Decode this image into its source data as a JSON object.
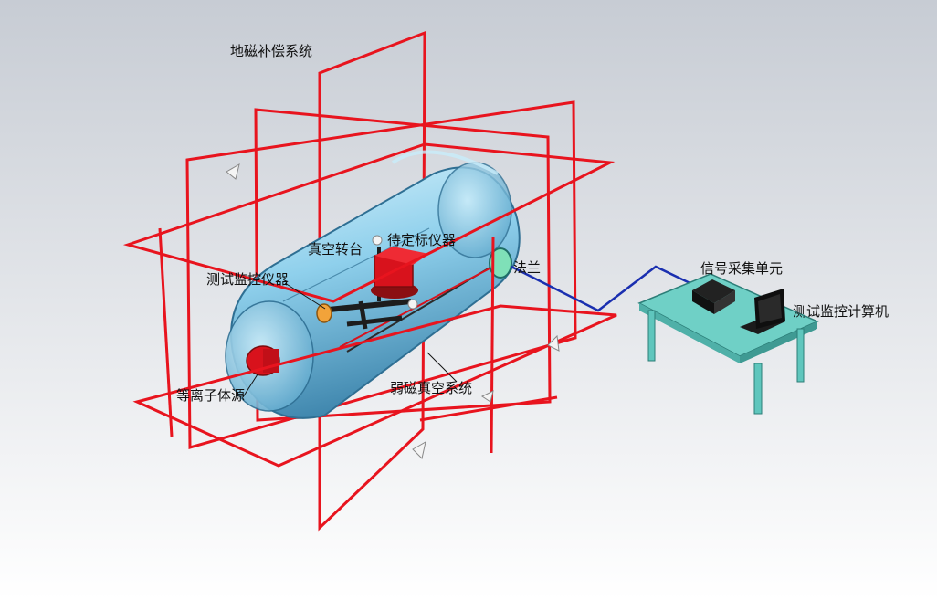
{
  "labels": {
    "geomagnetic_compensation": "地磁补偿系统",
    "vacuum_turntable": "真空转台",
    "instrument_to_calibrate": "待定标仪器",
    "test_monitor_instrument": "测试监控仪器",
    "flange": "法兰",
    "signal_acquisition_unit": "信号采集单元",
    "test_monitor_computer": "测试监控计算机",
    "plasma_source": "等离子体源",
    "weak_magnetic_vacuum_system": "弱磁真空系统"
  },
  "colors": {
    "coil": "#e8141e",
    "chamber": "#8fd0ec",
    "chamber_dark": "#4a93b8",
    "table": "#5fc6bd",
    "cable": "#1a2fb0",
    "device_red": "#d8121c",
    "background_top": "#c9ced6",
    "background_bottom": "#ffffff"
  }
}
